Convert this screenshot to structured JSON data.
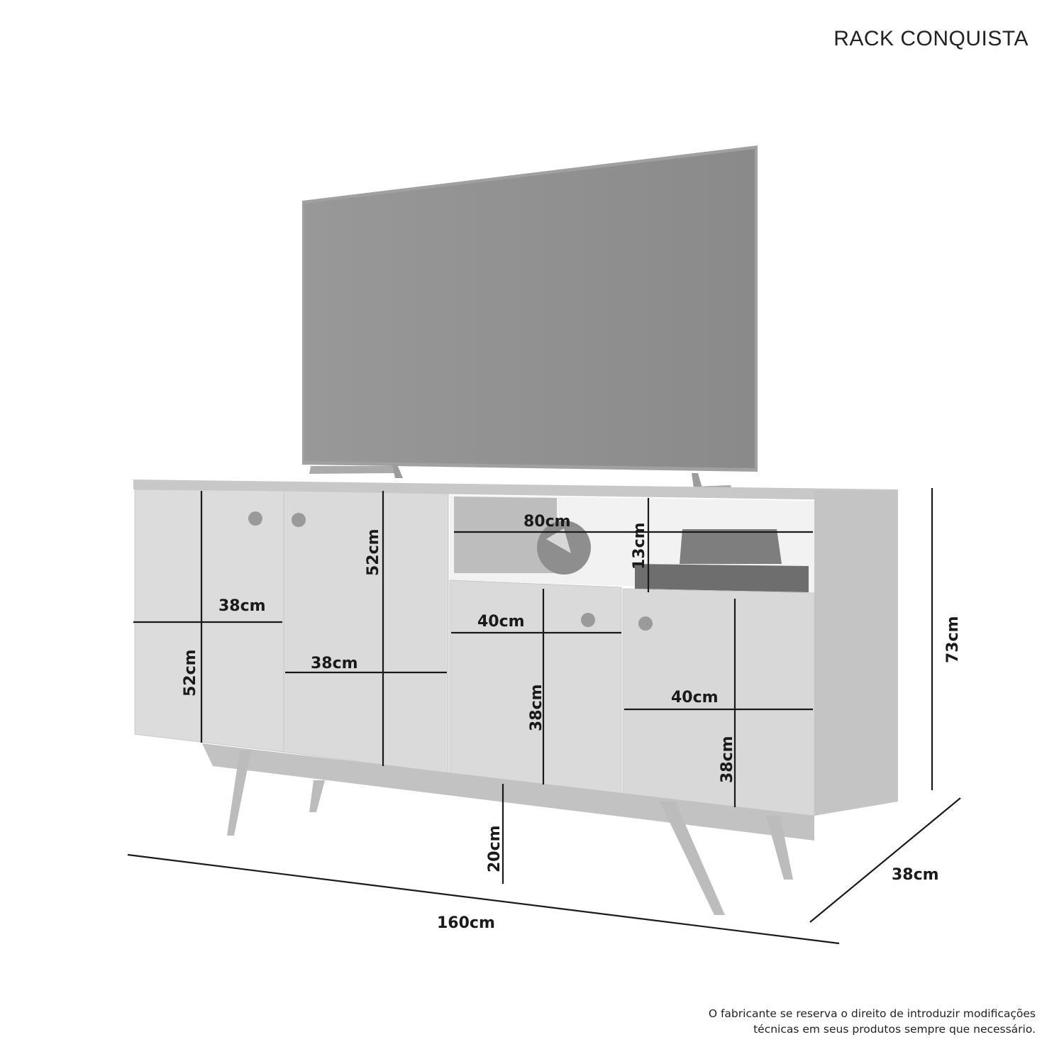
{
  "title": "RACK CONQUISTA",
  "disclaimer": {
    "line1": "O fabricante se reserva o direito de introduzir modificações",
    "line2": "técnicas em seus produtos sempre que necessário."
  },
  "dimensions": {
    "left_door_width": "38cm",
    "left_door_height": "52cm",
    "second_door_width": "38cm",
    "second_door_height": "52cm",
    "niche_width": "80cm",
    "niche_height": "13cm",
    "lower_left_door_width": "40cm",
    "lower_left_door_height": "38cm",
    "lower_right_door_width": "40cm",
    "lower_right_door_height": "38cm",
    "leg_height": "20cm",
    "total_height": "73cm",
    "total_width": "160cm",
    "total_depth": "38cm"
  },
  "colors": {
    "tv_screen": "#909090",
    "cabinet_white": "#dcdcdc",
    "wood": "#bdbdbd",
    "dim_line": "#1a1a1a"
  }
}
